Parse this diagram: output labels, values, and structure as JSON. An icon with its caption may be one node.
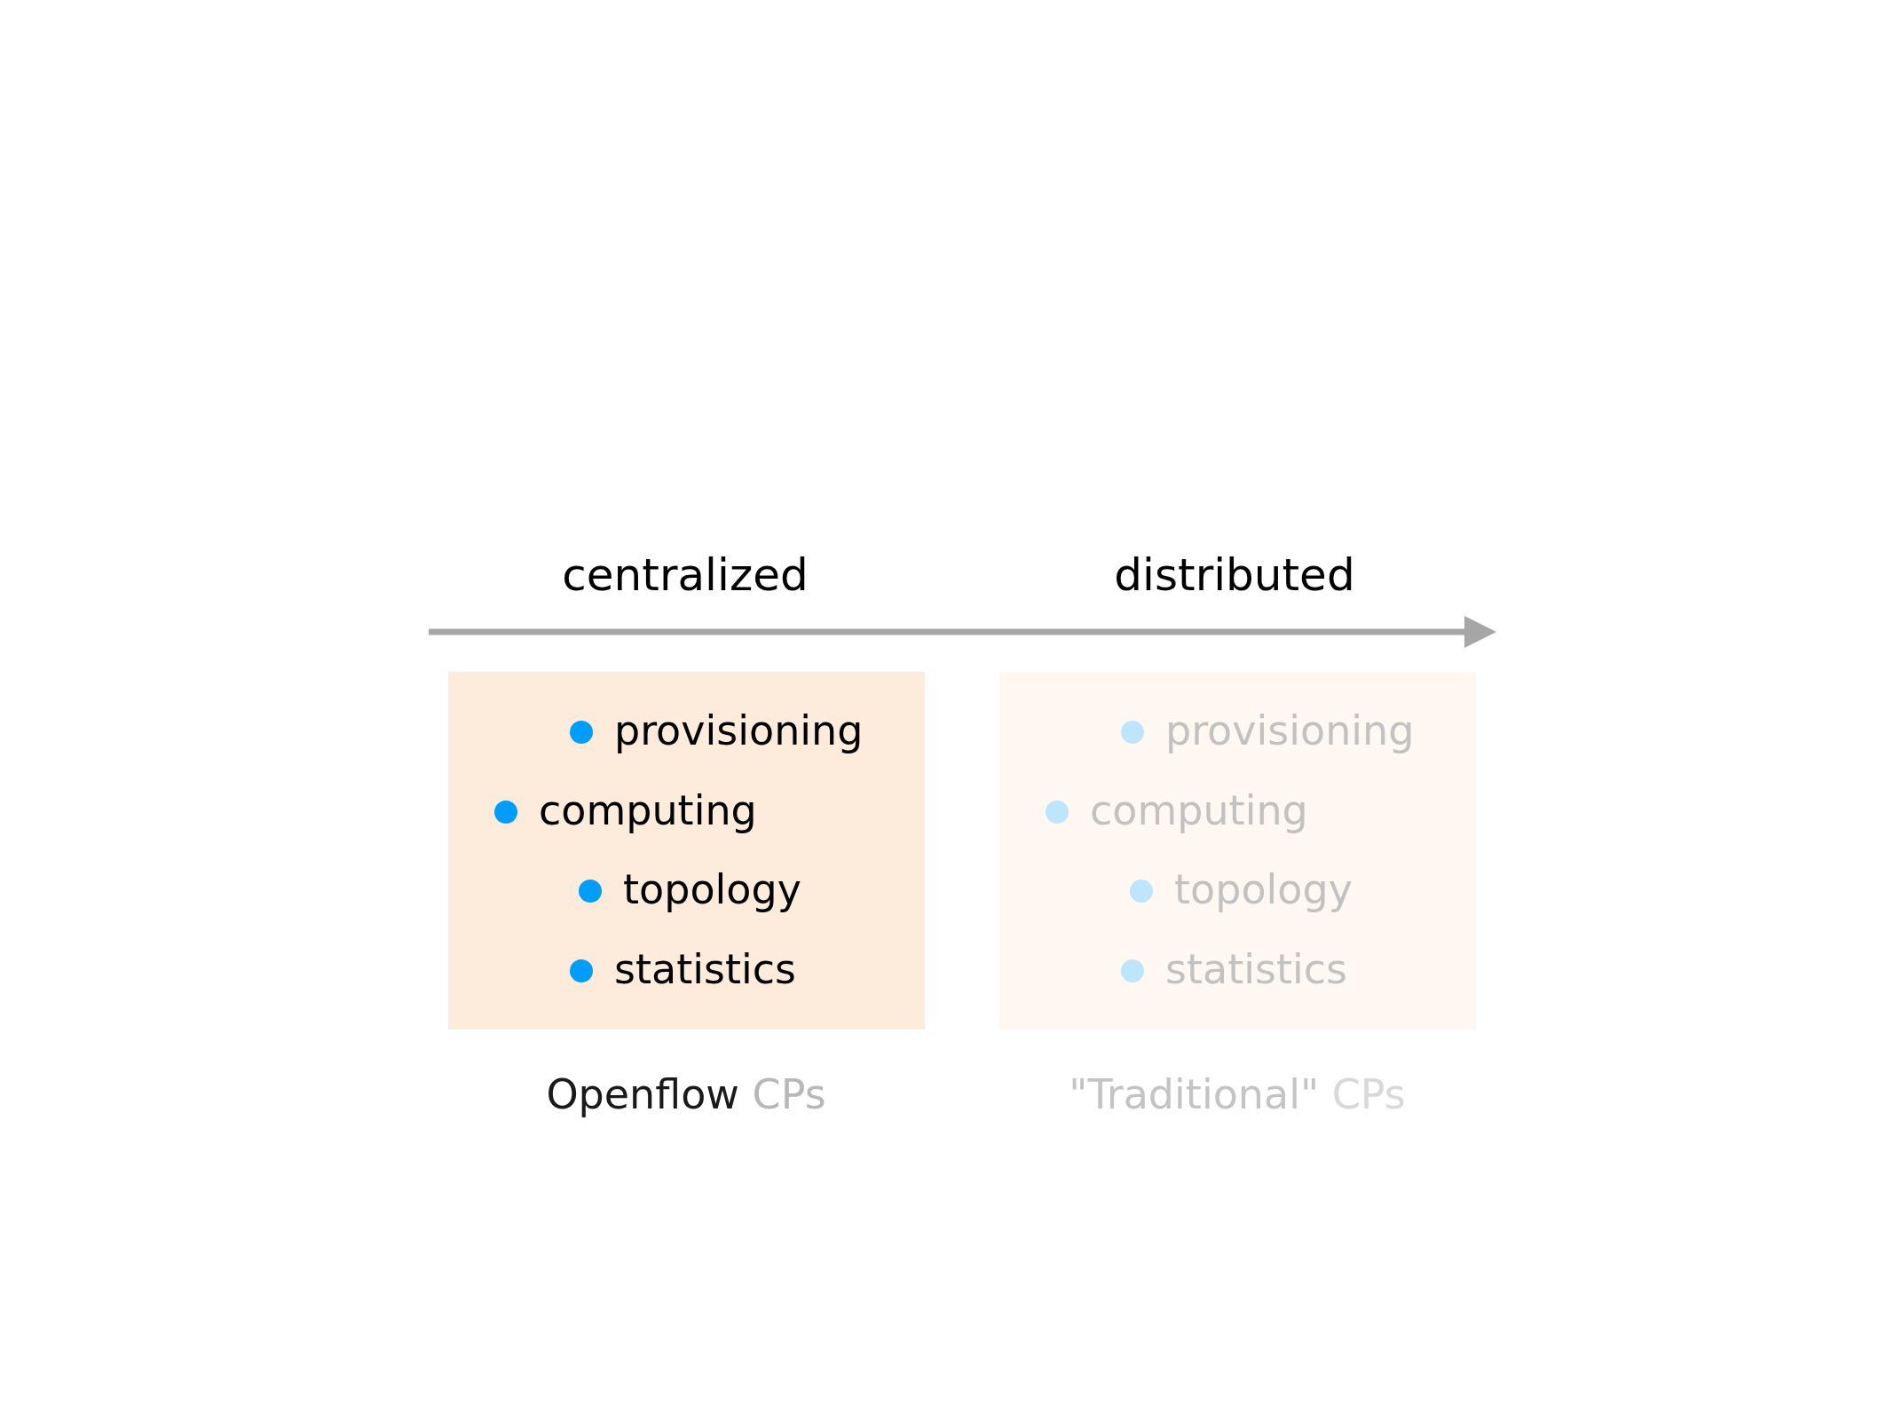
{
  "diagram": {
    "nodes": [
      {
        "text": [
          "provisioning",
          "computing",
          "topology",
          "statistics"
        ],
        "beside": [
          "Openflow CPs"
        ]
      },
      {
        "text": [
          "provisioning",
          "computing",
          "topology",
          "statistics"
        ],
        "beside": [
          "\"Traditional\" CPs"
        ]
      }
    ],
    "labels": [
      "centralized",
      "distributed"
    ]
  }
}
